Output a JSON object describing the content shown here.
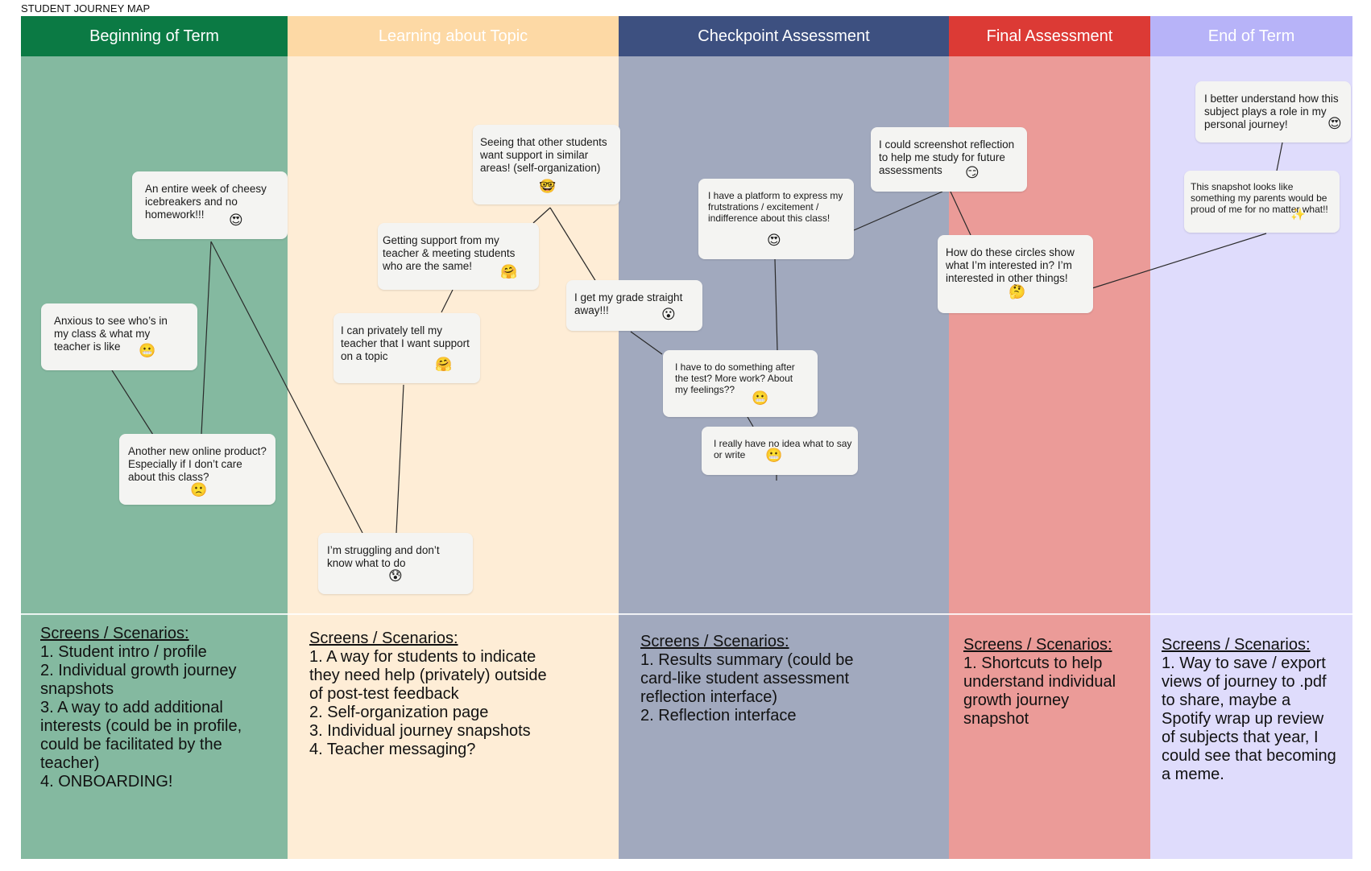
{
  "title": "STUDENT JOURNEY MAP",
  "colors": {
    "col1_head": "#0b7a44",
    "col1_body": "#84b9a0",
    "col2_head": "#fdd9a5",
    "col2_body": "#feedd6",
    "col3_head": "#3d5080",
    "col3_body": "#a1a9be",
    "col4_head": "#dc3a35",
    "col4_body": "#eb9b98",
    "col5_head": "#b7b3f8",
    "col5_body": "#dfdcfc",
    "card": "#f4f4f2",
    "line": "#2a2a2a"
  },
  "columns": [
    {
      "title": "Beginning of Term",
      "scenarios_title": "Screens / Scenarios:",
      "scenarios": [
        "1. Student intro / profile",
        "2. Individual growth journey snapshots",
        "3. A way to add additional interests (could be in profile, could be facilitated by the teacher)",
        "4. ONBOARDING!"
      ]
    },
    {
      "title": "Learning about Topic",
      "scenarios_title": "Screens / Scenarios:",
      "scenarios": [
        "1. A way for students to indicate they need help (privately) outside of post-test feedback",
        "2. Self-organization page",
        "3. Individual journey snapshots",
        "4. Teacher messaging?"
      ]
    },
    {
      "title": "Checkpoint Assessment",
      "scenarios_title": "Screens / Scenarios:",
      "scenarios": [
        "1. Results summary (could be card-like student assessment reflection interface)",
        "2. Reflection interface"
      ]
    },
    {
      "title": "Final Assessment",
      "scenarios_title": "Screens / Scenarios:",
      "scenarios": [
        "1. Shortcuts to help understand individual growth journey snapshot"
      ]
    },
    {
      "title": "End of Term",
      "scenarios_title": "Screens / Scenarios:",
      "scenarios": [
        "1. Way to save / export views of journey to .pdf to share, maybe a Spotify wrap up review of subjects that year, I could see that becoming a meme."
      ]
    }
  ],
  "cards": {
    "cheesy": {
      "text": "An entire week of cheesy icebreakers and no homework!!!",
      "emoji": "😍",
      "emoji_name": "heart-eyes-emoji"
    },
    "anxious": {
      "text": "Anxious to see who’s in my class & what my teacher is like",
      "emoji": "😬",
      "emoji_name": "grimace-emoji"
    },
    "another_product": {
      "text": "Another new online product? Especially if I don’t care about this class?",
      "emoji": "🙁",
      "emoji_name": "slight-frown-emoji"
    },
    "struggling": {
      "text": "I’m struggling and don’t know what to do",
      "emoji": "😰",
      "emoji_name": "anxious-sweat-emoji"
    },
    "privately_tell": {
      "text": "I can privately tell my teacher that I want support on a topic",
      "emoji": "🤗",
      "emoji_name": "hugging-emoji"
    },
    "getting_support": {
      "text": "Getting support from my teacher & meeting students who are the same!",
      "emoji": "🤗",
      "emoji_name": "hugging-emoji"
    },
    "seeing_others": {
      "text": "Seeing that other students want support in similar areas! (self-organization)",
      "emoji": "🤓",
      "emoji_name": "nerd-emoji"
    },
    "grade_away": {
      "text": "I get my grade straight away!!!",
      "emoji": "😮",
      "emoji_name": "surprised-emoji"
    },
    "platform_express": {
      "text": "I have a platform to express my frutstrations / excitement / indifference about this class!",
      "emoji": "😍",
      "emoji_name": "heart-eyes-emoji"
    },
    "after_test": {
      "text": "I have to do something after the test? More work? About my feelings??",
      "emoji": "😬",
      "emoji_name": "grimace-emoji"
    },
    "no_idea": {
      "text": "I really have no idea what to say or write",
      "emoji": "😬",
      "emoji_name": "grimace-emoji"
    },
    "screenshot": {
      "text": "I could screenshot reflection to help me study for future assessments",
      "emoji": "😏",
      "emoji_name": "smirk-emoji"
    },
    "circles": {
      "text": "How do these circles show what I’m interested in? I’m interested in other things!",
      "emoji": "🤔",
      "emoji_name": "thinking-emoji"
    },
    "better_understand": {
      "text": "I better understand how this subject plays a role in my personal journey!",
      "emoji": "😍",
      "emoji_name": "heart-eyes-emoji"
    },
    "snapshot_parents": {
      "text": "This snapshot looks like something my parents would be proud of me for no matter what!!",
      "emoji": "✨",
      "emoji_name": "sparkles-emoji"
    }
  }
}
